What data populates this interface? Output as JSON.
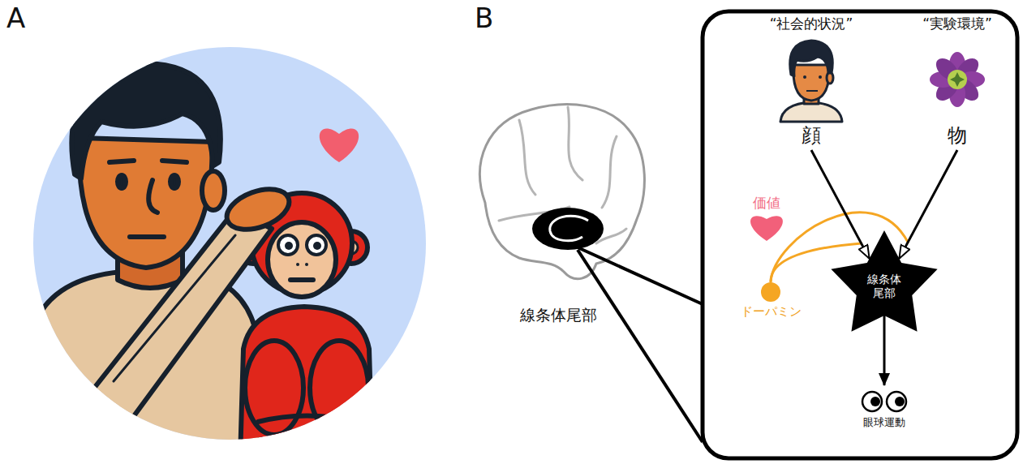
{
  "diagram": {
    "nodes": [
      {
        "text": [
          "“社会的状況”",
          "顔"
        ]
      },
      {
        "text": [
          "“実験環境”",
          "物"
        ]
      },
      {
        "text": [
          "ドーパミン"
        ]
      },
      {
        "text": [
          "線条体 尾部"
        ]
      },
      {
        "text": [
          "眼球運動"
        ]
      }
    ],
    "edges": [
      {
        "from": 0,
        "to": 3,
        "arrow": "to"
      },
      {
        "from": 1,
        "to": 3,
        "arrow": "to"
      },
      {
        "from": 3,
        "to": 4,
        "arrow": "to"
      }
    ],
    "labels": [
      "A",
      "B",
      "線条体尾部",
      "価値"
    ]
  }
}
